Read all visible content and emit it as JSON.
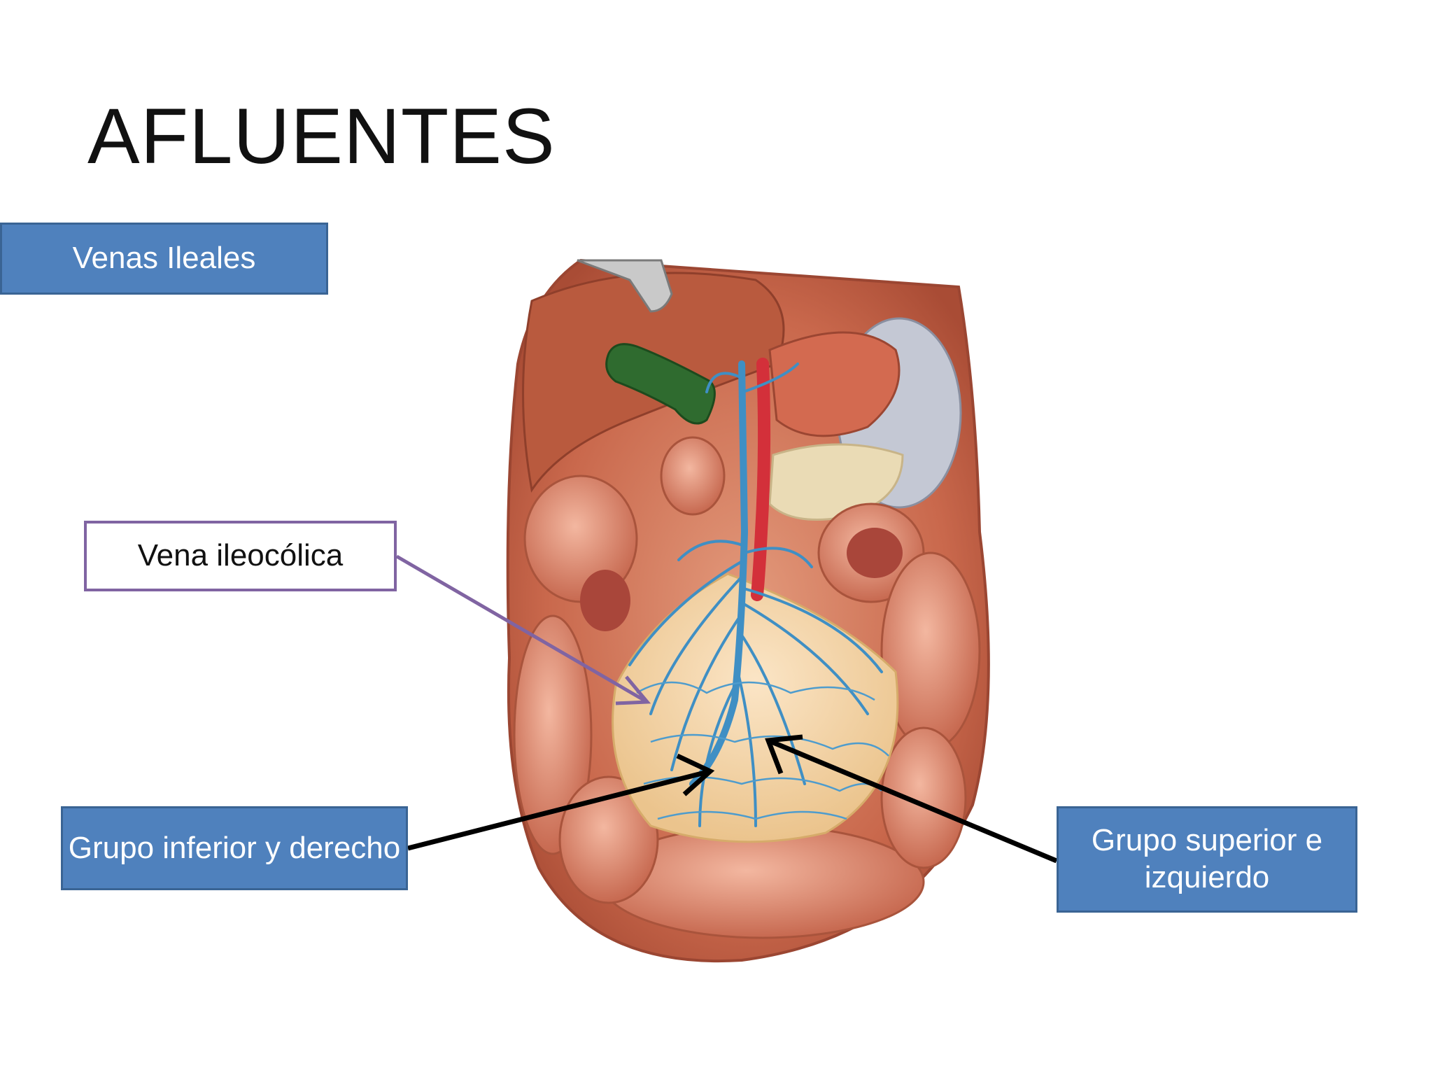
{
  "slide": {
    "title": "AFLUENTES",
    "labels": {
      "venas_ileales": "Venas Ileales",
      "vena_ileocolica": "Vena ileocólica",
      "grupo_inferior": "Grupo inferior y derecho",
      "grupo_superior": "Grupo superior e izquierdo"
    }
  },
  "colors": {
    "label_fill": "#4f81bd",
    "callout_border": "#8064a2",
    "arrow_black": "#000000",
    "vein_blue": "#3f8fc4",
    "artery_red": "#d3303a"
  }
}
